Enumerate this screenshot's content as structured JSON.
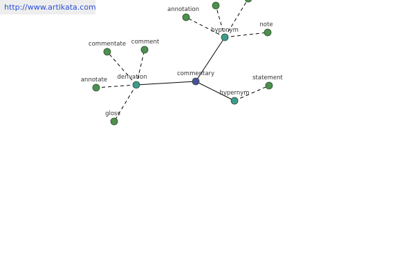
{
  "header": {
    "link_text": "http://www.artikata.com"
  },
  "colors": {
    "center_node": "#4a4ea0",
    "relation_node": "#3f9a8e",
    "leaf_node": "#4e8f4e"
  },
  "graph": {
    "nodes": [
      {
        "id": "commentary",
        "label": "commentary",
        "kind": "center"
      },
      {
        "id": "derivation",
        "label": "derivation",
        "kind": "relation"
      },
      {
        "id": "hyponym",
        "label": "hyponym",
        "kind": "relation"
      },
      {
        "id": "hypernym",
        "label": "hypernym",
        "kind": "relation"
      },
      {
        "id": "commentate",
        "label": "commentate",
        "kind": "leaf"
      },
      {
        "id": "comment",
        "label": "comment",
        "kind": "leaf"
      },
      {
        "id": "annotate",
        "label": "annotate",
        "kind": "leaf"
      },
      {
        "id": "gloss",
        "label": "gloss",
        "kind": "leaf"
      },
      {
        "id": "annotation",
        "label": "annotation",
        "kind": "leaf"
      },
      {
        "id": "note",
        "label": "note",
        "kind": "leaf"
      },
      {
        "id": "statement",
        "label": "statement",
        "kind": "leaf"
      },
      {
        "id": "hyponym-leaf-1",
        "label": "",
        "kind": "leaf"
      },
      {
        "id": "hyponym-leaf-2",
        "label": "",
        "kind": "leaf"
      }
    ],
    "edges": [
      {
        "from": "commentary",
        "to": "derivation",
        "style": "solid"
      },
      {
        "from": "commentary",
        "to": "hyponym",
        "style": "solid"
      },
      {
        "from": "commentary",
        "to": "hypernym",
        "style": "solid"
      },
      {
        "from": "derivation",
        "to": "commentate",
        "style": "dashed"
      },
      {
        "from": "derivation",
        "to": "comment",
        "style": "dashed"
      },
      {
        "from": "derivation",
        "to": "annotate",
        "style": "dashed"
      },
      {
        "from": "derivation",
        "to": "gloss",
        "style": "dashed"
      },
      {
        "from": "hyponym",
        "to": "annotation",
        "style": "dashed"
      },
      {
        "from": "hyponym",
        "to": "note",
        "style": "dashed"
      },
      {
        "from": "hyponym",
        "to": "hyponym-leaf-1",
        "style": "dashed"
      },
      {
        "from": "hyponym",
        "to": "hyponym-leaf-2",
        "style": "dashed"
      },
      {
        "from": "hypernym",
        "to": "statement",
        "style": "dashed"
      }
    ]
  }
}
